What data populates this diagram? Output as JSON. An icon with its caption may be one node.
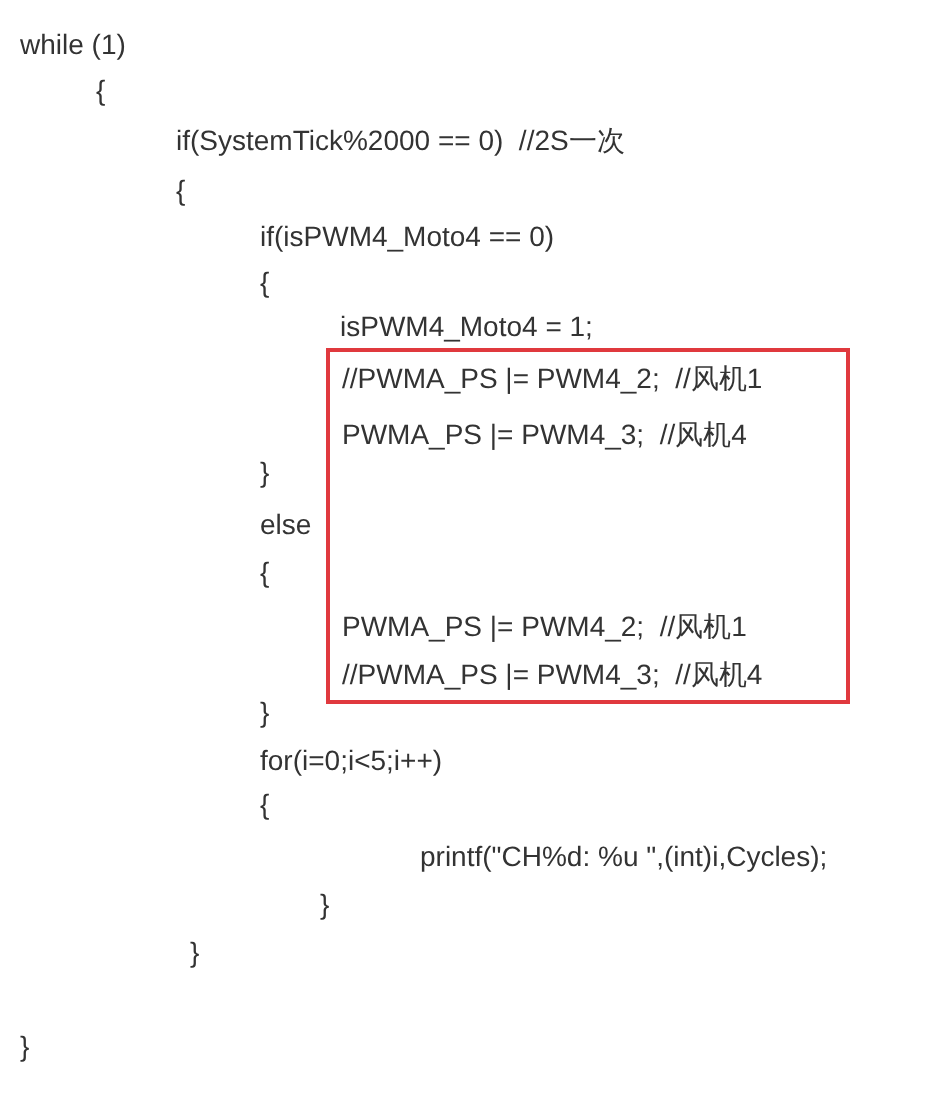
{
  "diagram": {
    "nodes": [
      {
        "text": [
          "//PWMA_PS |= PWM4_2;  //风机1",
          "PWMA_PS |= PWM4_3;  //风机4",
          "PWMA_PS |= PWM4_2;  //风机1",
          "//PWMA_PS |= PWM4_3;  //风机4"
        ]
      }
    ],
    "labels": [
      "while (1)",
      "{",
      "if(SystemTick%2000 == 0)  //2S一次",
      "{",
      "if(isPWM4_Moto4 == 0)",
      "{",
      "isPWM4_Moto4 = 1;",
      "}",
      "else",
      "{",
      "}",
      "for(i=0;i<5;i++)",
      "{",
      "printf(\"CH%d: %u \",(int)i,Cycles);",
      "}",
      "}",
      "}"
    ]
  }
}
